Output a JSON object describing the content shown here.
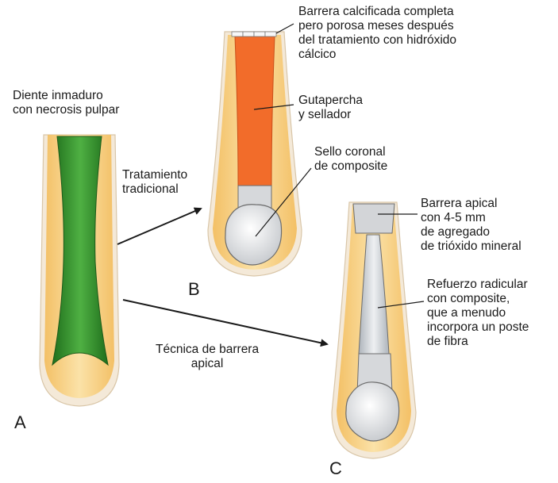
{
  "figure": {
    "panel_a": {
      "letter": "A",
      "title": [
        "Diente inmaduro",
        "con necrosis pulpar"
      ]
    },
    "panel_b": {
      "letter": "B",
      "arrow_label": [
        "Tratamiento",
        "tradicional"
      ],
      "callouts": {
        "barrier": [
          "Barrera calcificada completa",
          "pero porosa meses después",
          "del tratamiento con hidróxido",
          "cálcico"
        ],
        "gutta": [
          "Gutapercha",
          "y sellador"
        ],
        "seal": [
          "Sello coronal",
          "de composite"
        ]
      }
    },
    "panel_c": {
      "letter": "C",
      "arrow_label": [
        "Técnica de barrera",
        "apical"
      ],
      "callouts": {
        "apical_barrier": [
          "Barrera apical",
          "con 4-5 mm",
          "de agregado",
          "de trióxido mineral"
        ],
        "reinforcement": [
          "Refuerzo radicular",
          "con composite,",
          "que a menudo",
          "incorpora un poste",
          "de fibra"
        ]
      }
    },
    "colors": {
      "tooth_outline": "#f3e6d3",
      "dentin": "#f6cc7c",
      "necrotic_pulp": "#3e9a36",
      "gutta_percha": "#f26c2a",
      "composite": "#d5d7da",
      "ink": "#1a1a1a"
    }
  }
}
